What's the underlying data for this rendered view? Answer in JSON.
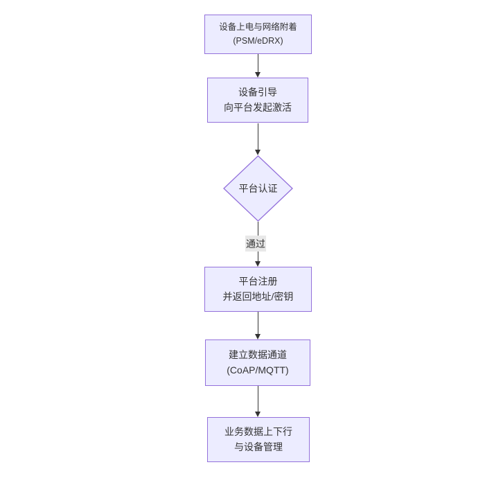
{
  "diagram": {
    "type": "flowchart",
    "direction": "top-down",
    "nodes": [
      {
        "id": "power-on-attach",
        "shape": "rect",
        "lines": [
          "设备上电与网络附着",
          "(PSM/eDRX)"
        ]
      },
      {
        "id": "bootstrap-activate",
        "shape": "rect",
        "lines": [
          "设备引导",
          "向平台发起激活"
        ]
      },
      {
        "id": "platform-auth",
        "shape": "diamond",
        "lines": [
          "平台认证"
        ]
      },
      {
        "id": "platform-register",
        "shape": "rect",
        "lines": [
          "平台注册",
          "并返回地址/密钥"
        ]
      },
      {
        "id": "data-channel",
        "shape": "rect",
        "lines": [
          "建立数据通道",
          "(CoAP/MQTT)"
        ]
      },
      {
        "id": "business-data",
        "shape": "rect",
        "lines": [
          "业务数据上下行",
          "与设备管理"
        ]
      }
    ],
    "edges": [
      {
        "from": "power-on-attach",
        "to": "bootstrap-activate",
        "label": ""
      },
      {
        "from": "bootstrap-activate",
        "to": "platform-auth",
        "label": ""
      },
      {
        "from": "platform-auth",
        "to": "platform-register",
        "label": "通过"
      },
      {
        "from": "platform-register",
        "to": "data-channel",
        "label": ""
      },
      {
        "from": "data-channel",
        "to": "business-data",
        "label": ""
      }
    ],
    "colors": {
      "node_fill": "#ECECFF",
      "node_border": "#9370DB",
      "edge_line": "#333333",
      "edge_label_bg": "#e8e8e8",
      "text": "#333333",
      "background": "#ffffff"
    }
  }
}
